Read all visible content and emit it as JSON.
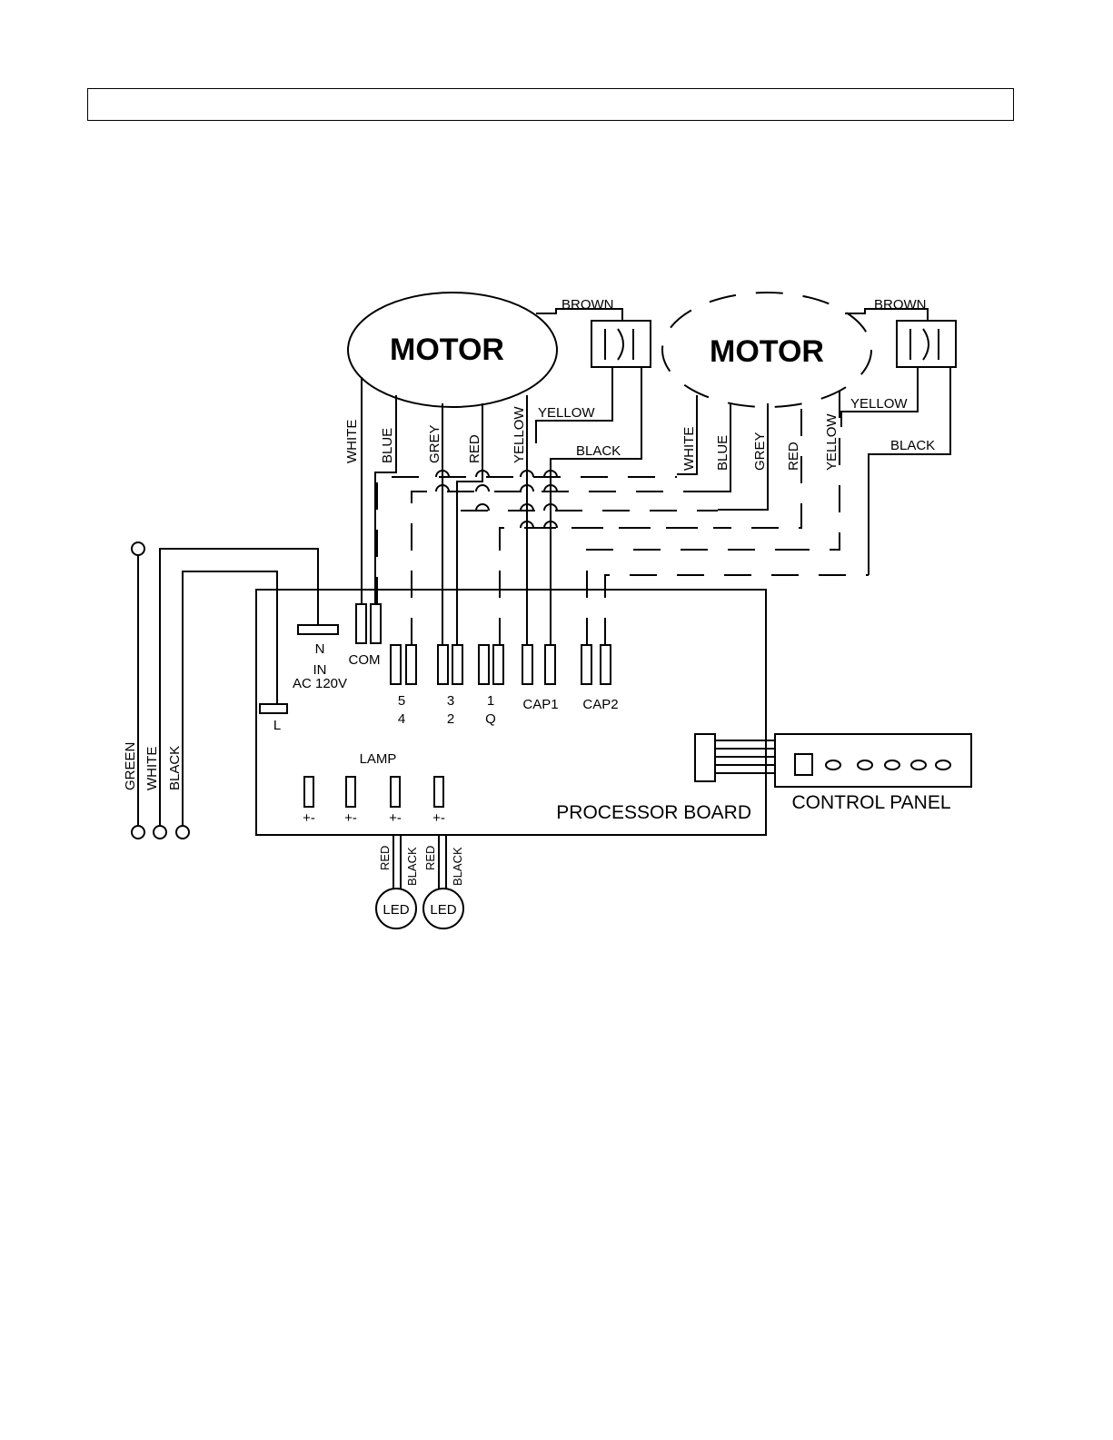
{
  "header": {
    "text": ""
  },
  "motor_left": {
    "label": "MOTOR",
    "cap_wire": "BROWN",
    "wires": [
      "WHITE",
      "BLUE",
      "GREY",
      "RED",
      "YELLOW"
    ],
    "cap_yellow": "YELLOW",
    "cap_black": "BLACK"
  },
  "motor_right": {
    "label": "MOTOR",
    "cap_wire": "BROWN",
    "wires": [
      "WHITE",
      "BLUE",
      "GREY",
      "RED",
      "YELLOW"
    ],
    "cap_yellow": "YELLOW",
    "cap_black": "BLACK"
  },
  "power": {
    "wires": [
      "GREEN",
      "WHITE",
      "BLACK"
    ],
    "n": "N",
    "l": "L",
    "input": "IN",
    "voltage": "AC 120V"
  },
  "board": {
    "title": "PROCESSOR BOARD",
    "com": "COM",
    "terminals": [
      {
        "top": "5",
        "bottom": "4"
      },
      {
        "top": "3",
        "bottom": "2"
      },
      {
        "top": "1",
        "bottom": "Q"
      }
    ],
    "cap1": "CAP1",
    "cap2": "CAP2",
    "lamp": "LAMP",
    "lamp_polarity": [
      "+-",
      "+-",
      "+-",
      "+-"
    ]
  },
  "control_panel": {
    "label": "CONTROL PANEL"
  },
  "leds": [
    {
      "label": "LED",
      "wires": [
        "RED",
        "BLACK"
      ]
    },
    {
      "label": "LED",
      "wires": [
        "RED",
        "BLACK"
      ]
    }
  ]
}
